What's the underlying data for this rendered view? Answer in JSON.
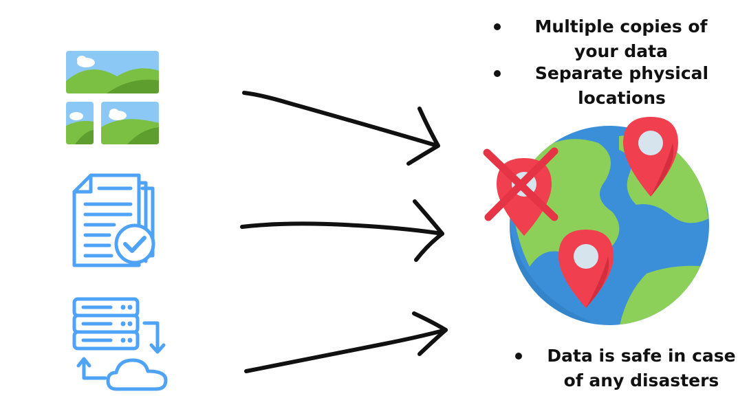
{
  "bullets": {
    "copies": "Multiple copies of your data",
    "locations": "Separate physical locations",
    "safe": "Data is safe in case of any disasters"
  },
  "icons": [
    "images-icon",
    "documents-check-icon",
    "server-cloud-sync-icon",
    "globe-with-location-pins-icon",
    "red-cross-icon"
  ],
  "colors": {
    "icon_blue": "#4FA3F7",
    "sky": "#8CC8F5",
    "grass_light": "#7BC043",
    "grass_dark": "#5E9E2F",
    "ocean": "#3B8FD8",
    "land": "#8CD05A",
    "pin_red": "#F04050",
    "cross_red": "#E53445",
    "arrow": "#111111"
  }
}
